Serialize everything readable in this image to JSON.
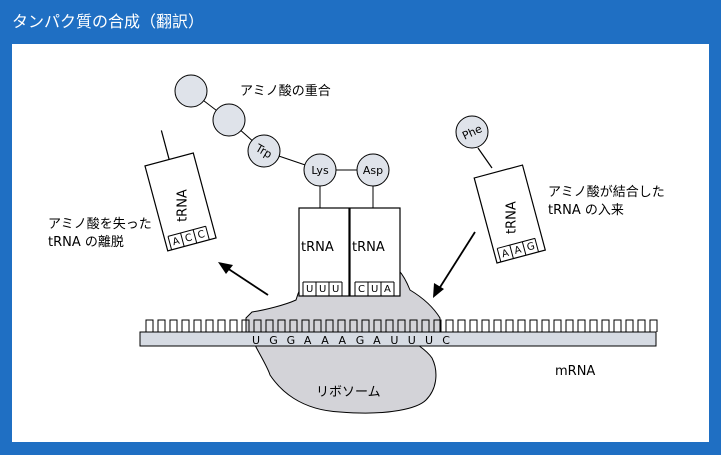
{
  "title": "タンパク質の合成（翻訳）",
  "labels": {
    "polymerization": "アミノ酸の重合",
    "release_line1": "アミノ酸を失った",
    "release_line2": "tRNA の離脱",
    "entry_line1": "アミノ酸が結合した",
    "entry_line2": "tRNA の入来",
    "ribosome": "リボソーム",
    "mrna": "mRNA"
  },
  "amino_acids": [
    "Trp",
    "Lys",
    "Asp",
    "Phe"
  ],
  "trna": {
    "name": "tRNA",
    "left_anticodon": [
      "A",
      "C",
      "C"
    ],
    "middle1_anticodon": [
      "U",
      "U",
      "U"
    ],
    "middle2_anticodon": [
      "C",
      "U",
      "A"
    ],
    "right_anticodon": [
      "A",
      "A",
      "G"
    ]
  },
  "mrna_sequence": [
    "U",
    "G",
    "G",
    "A",
    "A",
    "A",
    "G",
    "A",
    "U",
    "U",
    "U",
    "C"
  ]
}
